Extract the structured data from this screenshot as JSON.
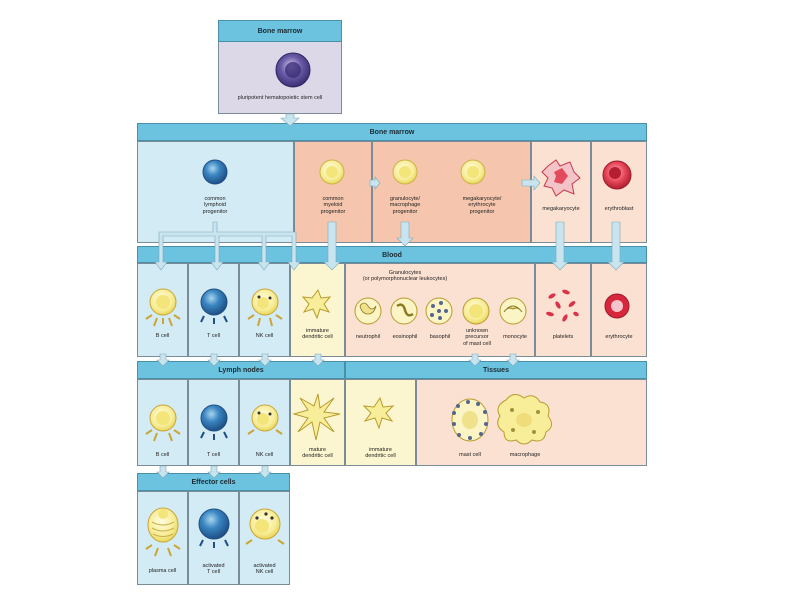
{
  "headers": {
    "bone_marrow_top": "Bone marrow",
    "bone_marrow": "Bone marrow",
    "blood": "Blood",
    "lymph_nodes": "Lymph nodes",
    "tissues": "Tissues",
    "effector_cells": "Effector cells"
  },
  "cells": {
    "stem": "pluripotent hematopoietic stem cell",
    "common_lymphoid": "common\nlymphoid\nprogenitor",
    "common_myeloid": "common\nmyeloid\nprogenitor",
    "gm_progenitor": "granulocyte/\nmacrophage\nprogenitor",
    "me_progenitor": "megakaryocyte/\nerythrocyte\nprogenitor",
    "megakaryocyte": "megakaryocyte",
    "erythroblast": "erythroblast",
    "granulocytes": "Granulocytes\n(or polymorphonuclear leukocytes)",
    "b_cell": "B cell",
    "t_cell": "T cell",
    "nk_cell": "NK cell",
    "immature_dc": "immature\ndendritic cell",
    "neutrophil": "neutrophil",
    "eosinophil": "eosinophil",
    "basophil": "basophil",
    "mast_precursor": "unknown\nprecursor\nof mast cell",
    "monocyte": "monocyte",
    "platelets": "platelets",
    "erythrocyte": "erythrocyte",
    "ln_b_cell": "B cell",
    "ln_t_cell": "T cell",
    "ln_nk_cell": "NK cell",
    "mature_dc": "mature\ndendritic cell",
    "tissue_immature_dc": "immature\ndendritic cell",
    "mast_cell": "mast cell",
    "macrophage": "macrophage",
    "plasma_cell": "plasma cell",
    "activated_t": "activated\nT cell",
    "activated_nk": "activated\nNK cell"
  },
  "colors": {
    "header": "#6cc3df",
    "lymphoid_panel": "#d3ebf4",
    "myeloid_panel": "#f5c6ad",
    "blood_panel": "#fbe1d1",
    "dendritic_panel": "#fbf6cf",
    "stem_panel": "#ddd8e8",
    "arrow": "#c8e4ef"
  }
}
